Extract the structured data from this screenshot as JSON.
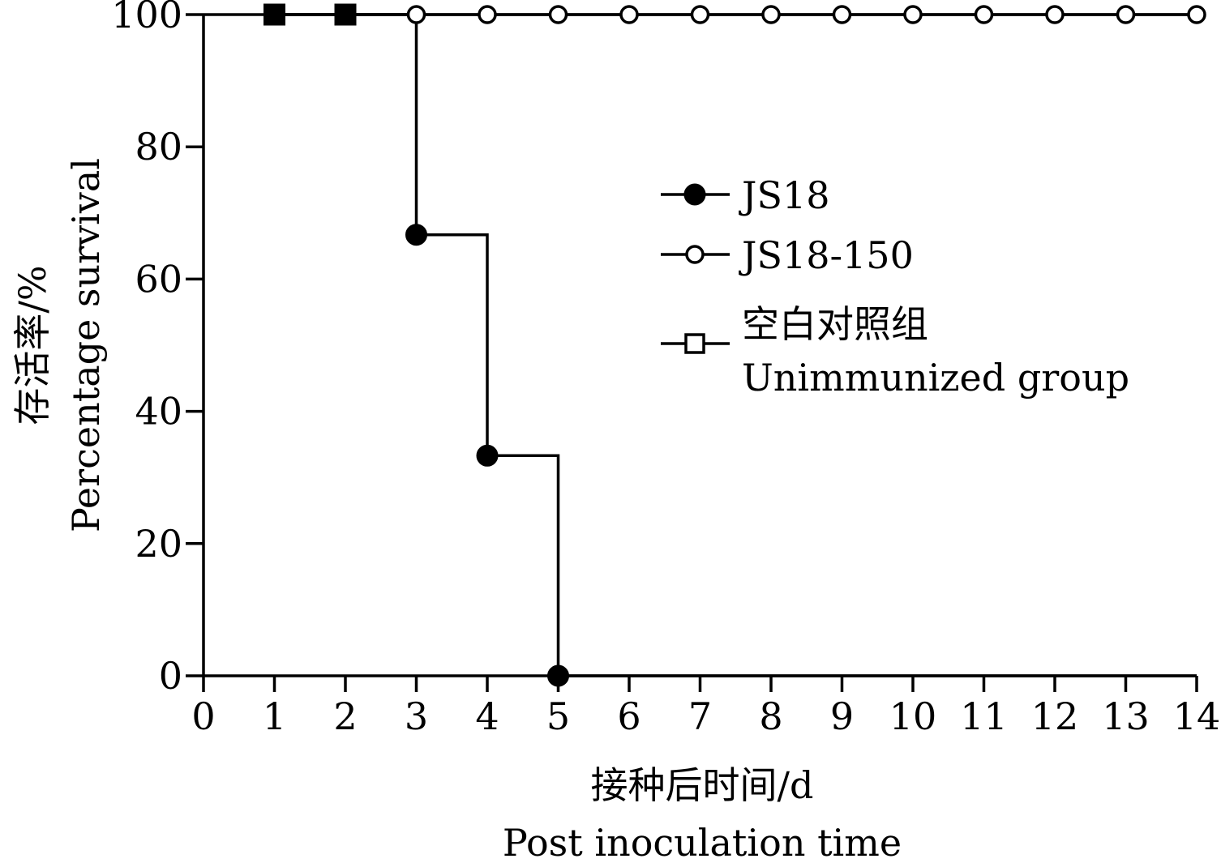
{
  "chart_data": {
    "type": "line",
    "step": true,
    "title": "",
    "xlabel_cn": "接种后时间/d",
    "xlabel_en": "Post inoculation time",
    "ylabel_cn": "存活率/%",
    "ylabel_en": "Percentage survival",
    "xlim": [
      0,
      14
    ],
    "ylim": [
      0,
      100
    ],
    "xticks": [
      0,
      1,
      2,
      3,
      4,
      5,
      6,
      7,
      8,
      9,
      10,
      11,
      12,
      13,
      14
    ],
    "yticks": [
      0,
      20,
      40,
      60,
      80,
      100
    ],
    "grid": false,
    "legend_position": "right",
    "series": [
      {
        "name": "JS18",
        "marker": "filled-circle",
        "color": "#000000",
        "x": [
          1,
          2,
          3,
          4,
          5
        ],
        "y": [
          100,
          100,
          66.7,
          33.3,
          0
        ]
      },
      {
        "name": "JS18-150",
        "marker": "open-circle",
        "color": "#000000",
        "x": [
          0,
          1,
          2,
          3,
          4,
          5,
          6,
          7,
          8,
          9,
          10,
          11,
          12,
          13,
          14
        ],
        "y": [
          100,
          100,
          100,
          100,
          100,
          100,
          100,
          100,
          100,
          100,
          100,
          100,
          100,
          100,
          100
        ]
      },
      {
        "name_cn": "空白对照组",
        "name": "Unimmunized group",
        "marker": "open-square",
        "color": "#000000",
        "x": [
          1,
          2,
          3,
          4,
          5,
          6,
          7,
          8,
          9,
          10,
          11,
          12,
          13,
          14
        ],
        "y": [
          100,
          100,
          100,
          100,
          100,
          100,
          100,
          100,
          100,
          100,
          100,
          100,
          100,
          100
        ]
      }
    ]
  }
}
